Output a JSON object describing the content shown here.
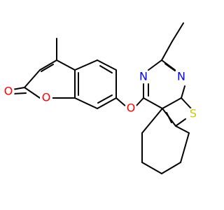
{
  "molecule": {
    "atoms": {
      "carbonyl_o": "O",
      "ring_o": "O",
      "ether_o": "O",
      "n_top": "N",
      "n_left": "N",
      "s": "S"
    },
    "colors": {
      "bond": "#000000",
      "oxygen": "#ff0000",
      "nitrogen": "#0000ff",
      "sulfur": "#cccc00",
      "background": "#ffffff"
    }
  }
}
